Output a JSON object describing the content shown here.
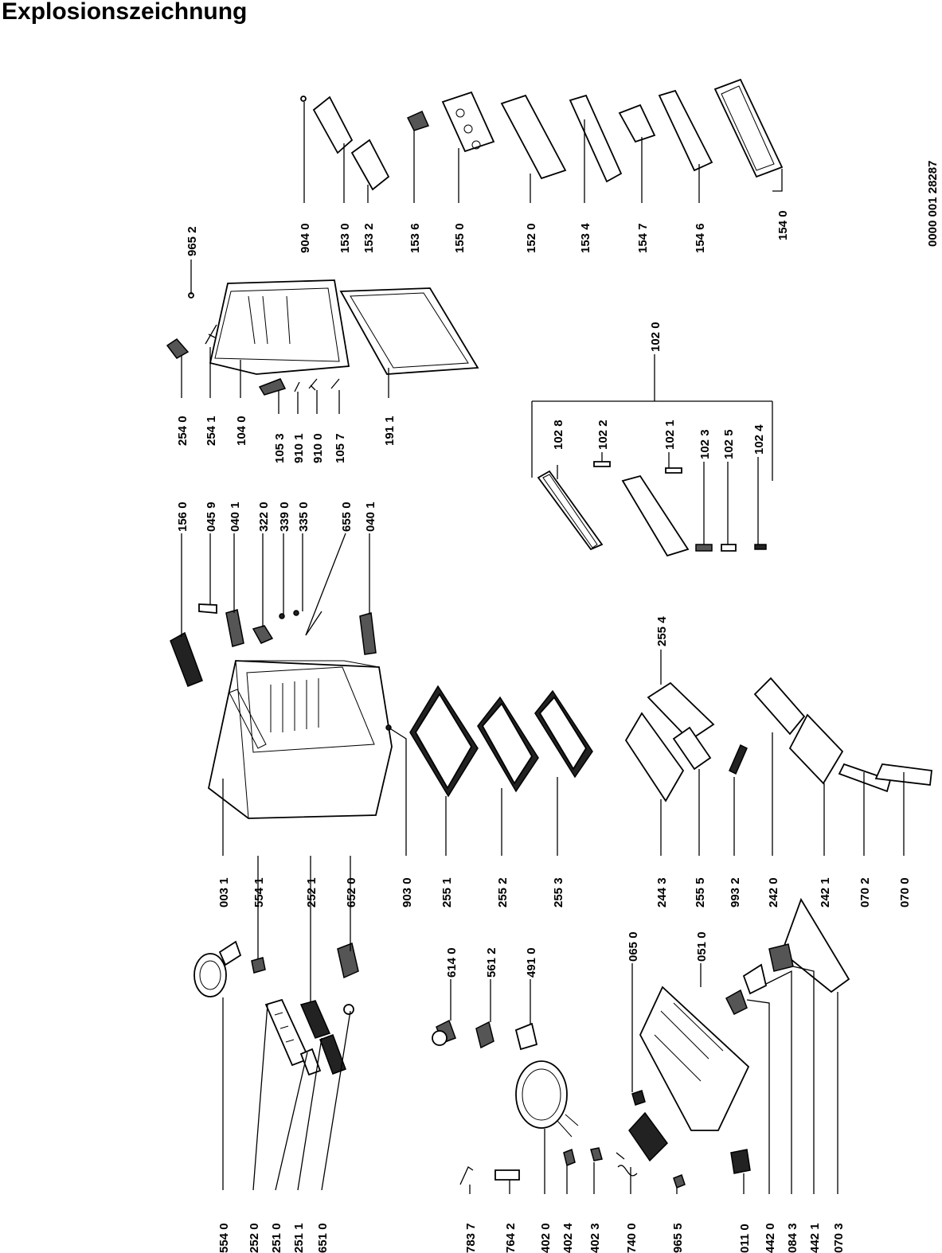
{
  "title": "Explosionszeichnung",
  "doc_number": "0000 001 28287",
  "labels": [
    "554 0",
    "252 0",
    "251 0",
    "251 1",
    "651 0",
    "554 1",
    "252 1",
    "652 0",
    "003 1",
    "783 7",
    "764 2",
    "402 0",
    "402 4",
    "402 3",
    "740 0",
    "965 5",
    "011 0",
    "442 0",
    "084 3",
    "442 1",
    "070 3",
    "614 0",
    "561 2",
    "491 0",
    "065 0",
    "051 0",
    "903 0",
    "255 1",
    "255 2",
    "255 3",
    "244 3",
    "255 5",
    "993 2",
    "242 0",
    "242 1",
    "070 2",
    "070 0",
    "156 0",
    "045 9",
    "040 1",
    "322 0",
    "339 0",
    "335 0",
    "655 0",
    "040 1",
    "255 4",
    "102 8",
    "102 2",
    "102 1",
    "102 3",
    "102 5",
    "102 4",
    "102 0",
    "254 0",
    "254 1",
    "104 0",
    "105 3",
    "910 1",
    "910 0",
    "105 7",
    "191 1",
    "965 2",
    "904 0",
    "153 0",
    "153 2",
    "153 6",
    "155 0",
    "152 0",
    "153 4",
    "154 7",
    "154 6",
    "154 0"
  ]
}
